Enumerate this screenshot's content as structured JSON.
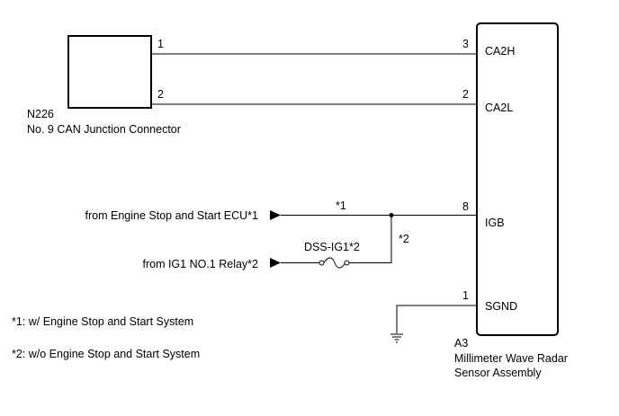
{
  "connector_n226": {
    "code": "N226",
    "name": "No. 9 CAN Junction Connector",
    "pin_1": "1",
    "pin_2": "2"
  },
  "radar_a3": {
    "code": "A3",
    "name_line1": "Millimeter Wave Radar",
    "name_line2": "Sensor Assembly",
    "pins": {
      "ca2h_num": "3",
      "ca2h": "CA2H",
      "ca2l_num": "2",
      "ca2l": "CA2L",
      "igb_num": "8",
      "igb": "IGB",
      "sgnd_num": "1",
      "sgnd": "SGND"
    }
  },
  "inputs": {
    "engine_ecu": "from Engine Stop and Start ECU*1",
    "ig1_relay": "from IG1 NO.1 Relay*2",
    "mark_1": "*1",
    "mark_2": "*2",
    "fuse": "DSS-IG1*2"
  },
  "notes": {
    "note_1": "*1: w/ Engine Stop and Start System",
    "note_2": "*2: w/o Engine Stop and Start System"
  }
}
